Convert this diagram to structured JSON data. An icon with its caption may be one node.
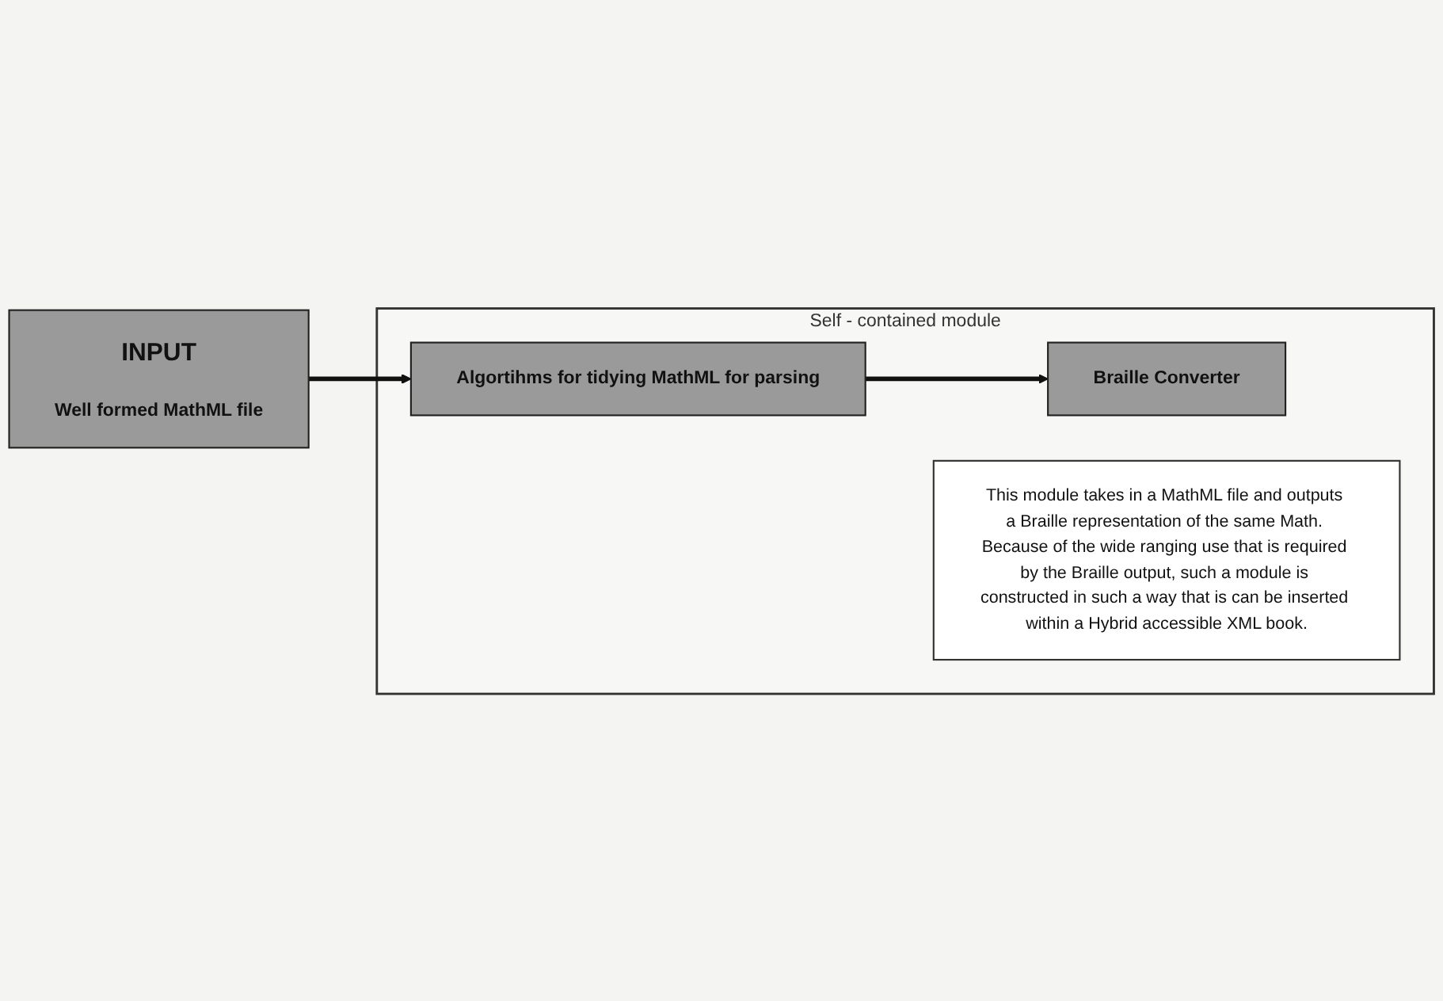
{
  "diagram": {
    "nodes": [
      {
        "text": [
          "INPUT",
          "Well formed MathML file"
        ]
      },
      {
        "text": [
          "Self - contained module"
        ]
      },
      {
        "text": [
          "Algortihms for tidying MathML for  parsing"
        ],
        "in": 1
      },
      {
        "text": [
          "Braille Converter"
        ],
        "in": 1
      },
      {
        "text": [
          "This module takes in a MathML file and outputs a Braille representation of the same Math. Because of the wide ranging use that is required by the Braille output, such a module is constructed in such a way that is can be inserted within a Hybrid accessible XML book."
        ],
        "in": 1
      }
    ],
    "edges": [
      {
        "from": 0,
        "to": 2,
        "arrow": "to"
      },
      {
        "from": 2,
        "to": 3,
        "arrow": "to"
      }
    ]
  }
}
